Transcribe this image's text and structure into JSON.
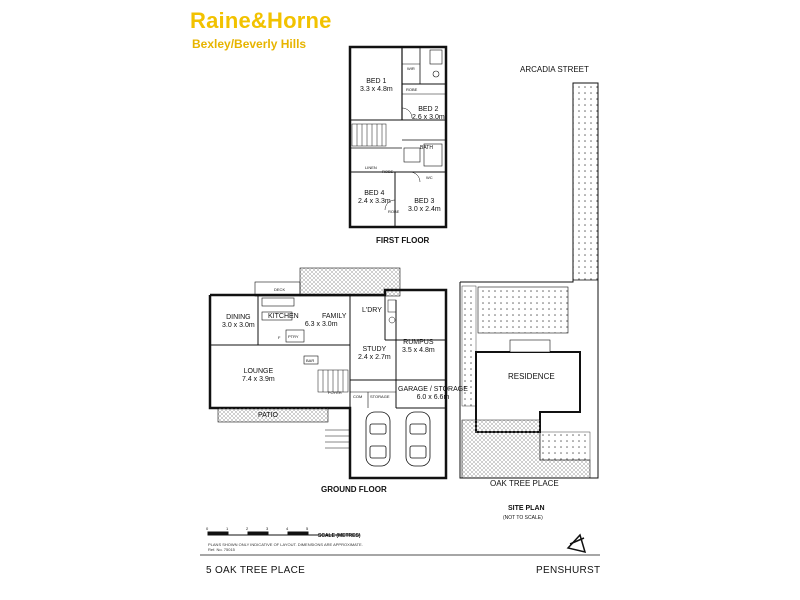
{
  "brand": {
    "name": "Raine&Horne",
    "office": "Bexley/Beverly Hills",
    "color": "#f2c200"
  },
  "first_floor": {
    "title": "FIRST FLOOR",
    "rooms": [
      {
        "name": "BED 1",
        "size": "3.3 x 4.8m"
      },
      {
        "name": "BED 2",
        "size": "2.6 x 3.0m"
      },
      {
        "name": "BED 3",
        "size": "3.0 x 2.4m"
      },
      {
        "name": "BED 4",
        "size": "2.4 x 3.3m"
      },
      {
        "name": "BATH",
        "size": ""
      }
    ],
    "small_labels": [
      "WIR",
      "ROBE",
      "LINEN",
      "WC",
      "ROBE",
      "ROBE"
    ]
  },
  "ground_floor": {
    "title": "GROUND FLOOR",
    "rooms": [
      {
        "name": "DINING",
        "size": "3.0 x 3.0m"
      },
      {
        "name": "KITCHEN",
        "size": ""
      },
      {
        "name": "FAMILY",
        "size": "6.3 x 3.0m"
      },
      {
        "name": "L'DRY",
        "size": ""
      },
      {
        "name": "RUMPUS",
        "size": "3.5 x 4.8m"
      },
      {
        "name": "STUDY",
        "size": "2.4 x 2.7m"
      },
      {
        "name": "LOUNGE",
        "size": "7.4 x 3.9m"
      },
      {
        "name": "GARAGE / STORAGE",
        "size": "6.0 x 6.6m"
      },
      {
        "name": "PATIO",
        "size": ""
      }
    ],
    "small_labels": [
      "DECK",
      "PTRY",
      "F",
      "BAR",
      "FOYER",
      "COM",
      "STORAGE"
    ]
  },
  "site_plan": {
    "title": "SITE PLAN",
    "subtitle": "(NOT TO SCALE)",
    "street_top": "ARCADIA STREET",
    "street_bottom": "OAK TREE PLACE",
    "residence": "RESIDENCE"
  },
  "scale": {
    "label": "SCALE (METRES)",
    "ticks": [
      "0",
      "1",
      "2",
      "3",
      "4",
      "5"
    ],
    "disclaimer": "PLANS SHOWN ONLY INDICATIVE OF LAYOUT. DIMENSIONS ARE APPROXIMATE.",
    "ref": "Ref. No. 75015"
  },
  "footer": {
    "address": "5 OAK TREE PLACE",
    "suburb": "PENSHURST"
  },
  "icons": {
    "north": "north-arrow-icon"
  }
}
